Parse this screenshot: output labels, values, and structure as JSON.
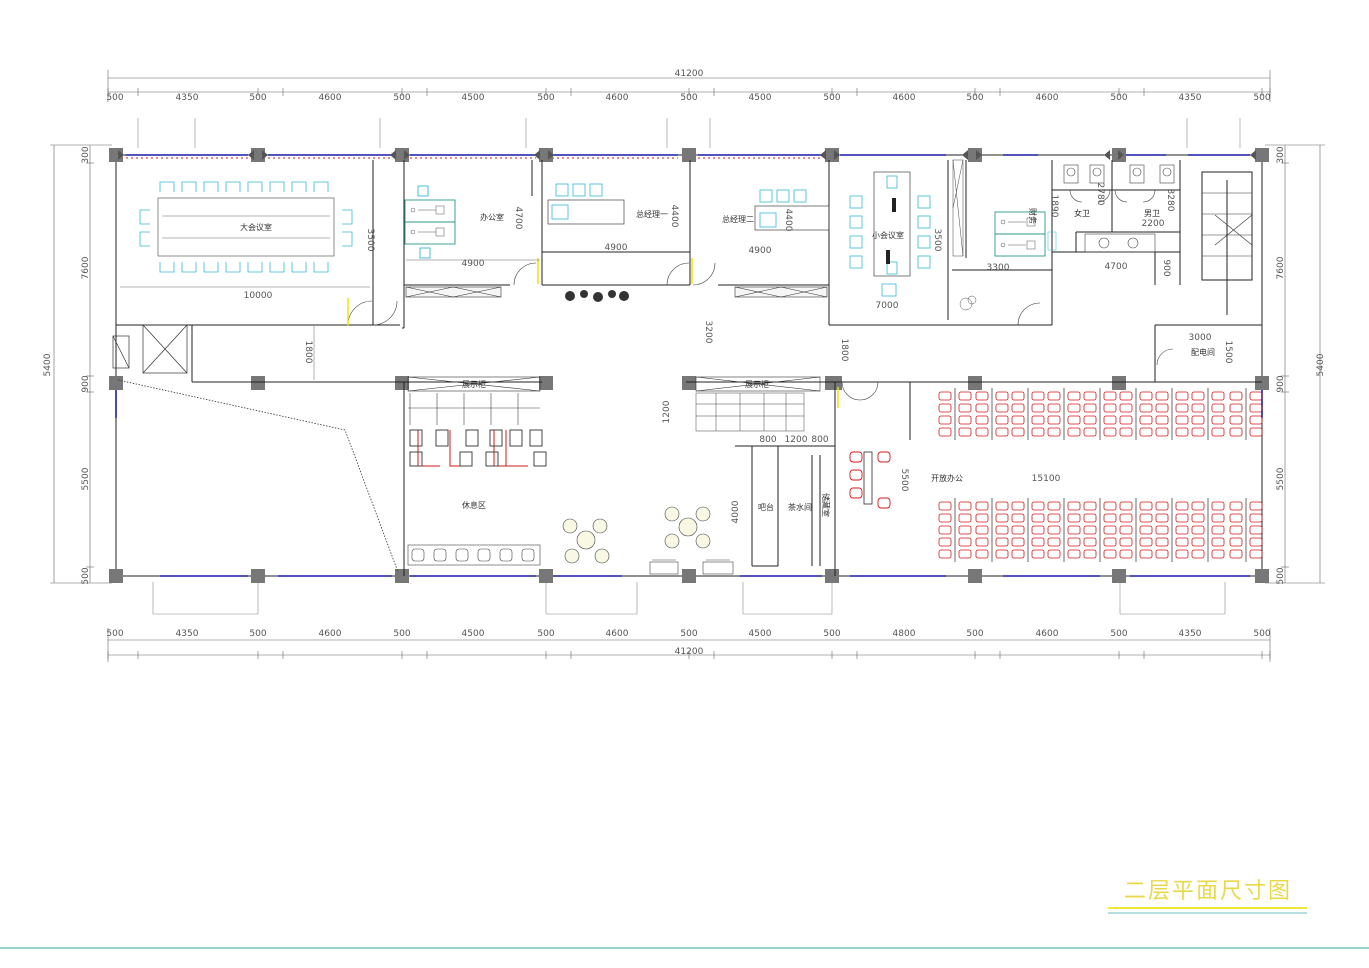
{
  "dims": {
    "total_width": "41200",
    "total_height": "5400",
    "top_bays": [
      "500",
      "4350",
      "500",
      "4600",
      "500",
      "4500",
      "500",
      "4600",
      "500",
      "4500",
      "500",
      "4600",
      "500",
      "4600",
      "500",
      "4350",
      "500"
    ],
    "bottom_bays": [
      "500",
      "4350",
      "500",
      "4600",
      "500",
      "4500",
      "500",
      "4600",
      "500",
      "4500",
      "500",
      "4800",
      "500",
      "4600",
      "500",
      "4350",
      "500"
    ],
    "left_segments": [
      "300",
      "7600",
      "900",
      "5500",
      "500"
    ],
    "right_segments": [
      "300",
      "7600",
      "900",
      "5500",
      "500"
    ],
    "inner": {
      "conf_width": "10000",
      "conf_height": "3500",
      "office_width": "4900",
      "office_depth": "4700",
      "ceo1_width": "4900",
      "ceo1_depth": "4400",
      "ceo2_width": "4900",
      "ceo2_depth": "4400",
      "small_conf_width": "7000",
      "small_conf_height": "3500",
      "finance_width": "3300",
      "finance_height": "1890",
      "toilet_m": "2780",
      "toilet_f": "3280",
      "toilet_w": "2200",
      "toilet_lobby": "4700",
      "corridor_left": "1800",
      "corridor_mid": "3200",
      "corridor_right": "1800",
      "stair_h": "1200",
      "bar_w": "800",
      "tea_w": "1200",
      "store_w": "800",
      "bar_len": "4000",
      "open_width": "15100",
      "open_depth": "5500",
      "elec_w": "3000",
      "elec_h": "1500",
      "lobby_h": "900"
    }
  },
  "rooms": {
    "big_conference": "大会议室",
    "office": "办公室",
    "ceo_room_1": "总经理一",
    "ceo_room_2": "总经理二",
    "small_conference": "小会议室",
    "finance": "财务",
    "female_toilet": "女卫",
    "male_toilet": "男卫",
    "electrical": "配电间",
    "rest_area": "休息区",
    "bar": "吧台",
    "tea_room": "茶水间",
    "storage": "储藏室",
    "open_office": "开放办公",
    "display_cabinet_1": "展示柜",
    "display_cabinet_2": "展示柜"
  },
  "drawing_title": "二层平面尺寸图",
  "colors": {
    "wall": "#222222",
    "window": "#1a1aa8",
    "column": "#777777",
    "furniture_blue": "#36b8d8",
    "furniture_red": "#d11a1a",
    "door_yellow": "#f0e000",
    "title": "#e8d94a",
    "title_underline": "#f0e000",
    "border_line": "#3aa6a6"
  }
}
